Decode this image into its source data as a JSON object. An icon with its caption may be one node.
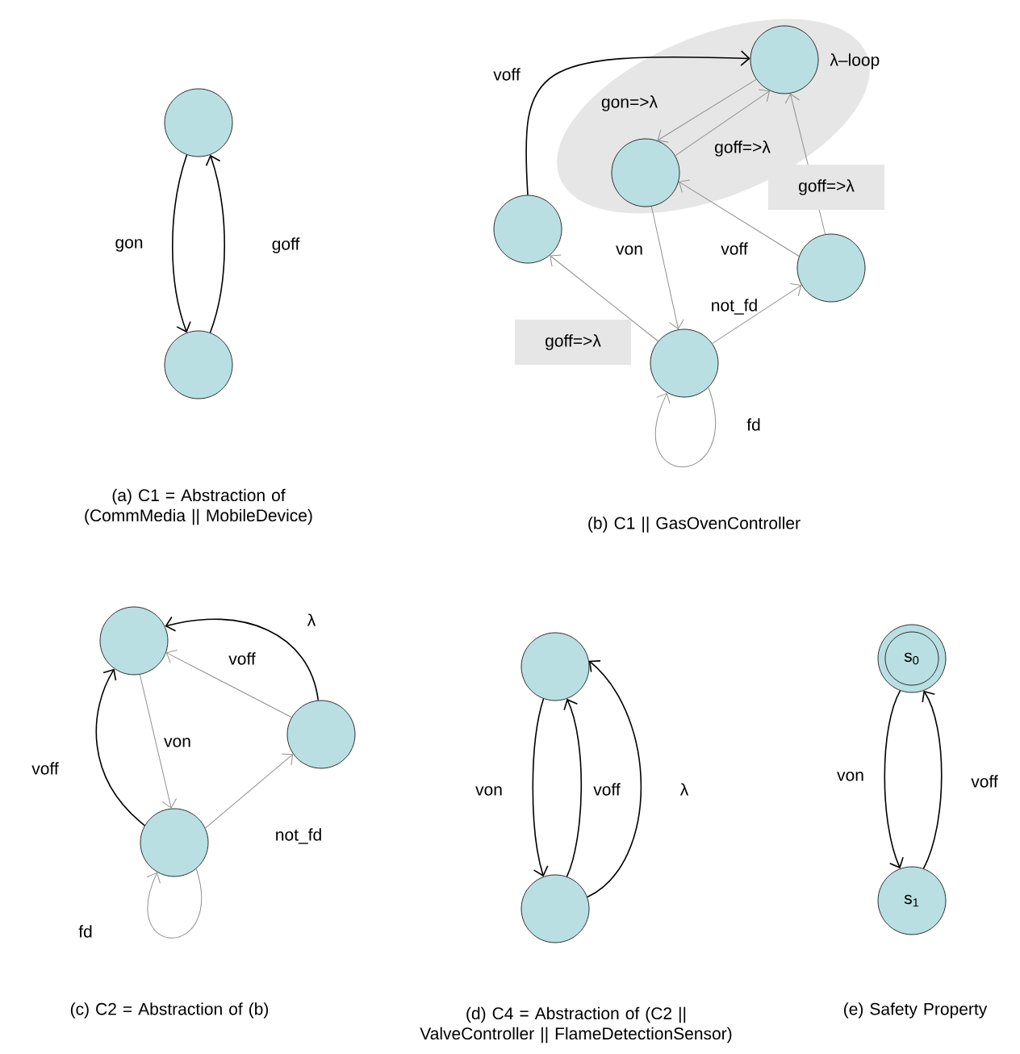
{
  "diagram": {
    "nodes": [
      {
        "text": [],
        "shape": "circle"
      },
      {
        "text": [],
        "shape": "circle"
      },
      {
        "text": [
          "λ–loop"
        ]
      },
      {
        "text": [],
        "shape": "circle",
        "in": 2
      },
      {
        "text": [],
        "shape": "circle",
        "in": 2
      },
      {
        "text": [],
        "shape": "circle"
      },
      {
        "text": [],
        "shape": "circle"
      },
      {
        "text": [],
        "shape": "circle"
      },
      {
        "text": [],
        "shape": "circle"
      },
      {
        "text": [],
        "shape": "circle"
      },
      {
        "text": [],
        "shape": "circle"
      },
      {
        "text": [],
        "shape": "circle"
      },
      {
        "text": [],
        "shape": "circle"
      },
      {
        "text": [
          "s$_{0}$"
        ]
      },
      {
        "text": [
          "s$_{1}$"
        ]
      }
    ],
    "edges": [
      {
        "from": 0,
        "to": 1,
        "arrow": "to",
        "label": "gon",
        "color": "#000000"
      },
      {
        "from": 1,
        "to": 0,
        "arrow": "to",
        "label": "goff",
        "color": "#000000"
      },
      {
        "from": 5,
        "to": 3,
        "arrow": "to",
        "label": "voff",
        "color": "#000000"
      },
      {
        "from": 3,
        "to": 4,
        "arrow": "to",
        "label": "gon=>λ"
      },
      {
        "from": 4,
        "to": 3,
        "arrow": "to",
        "label": "goff=>λ"
      },
      {
        "from": 6,
        "to": 3,
        "arrow": "to",
        "label": "goff=>λ"
      },
      {
        "from": 6,
        "to": 4,
        "arrow": "to",
        "label": "voff"
      },
      {
        "from": 4,
        "to": 7,
        "arrow": "to",
        "label": "von"
      },
      {
        "from": 7,
        "to": 6,
        "arrow": "to",
        "label": "not_fd"
      },
      {
        "from": 7,
        "to": 5,
        "arrow": "to",
        "label": "goff=>λ"
      },
      {
        "from": 7,
        "to": 7,
        "arrow": "to",
        "label": "fd"
      },
      {
        "from": 9,
        "to": 8,
        "arrow": "to",
        "label": "λ",
        "color": "#000000"
      },
      {
        "from": 9,
        "to": 8,
        "arrow": "to",
        "label": "voff"
      },
      {
        "from": 8,
        "to": 10,
        "arrow": "to",
        "label": "von"
      },
      {
        "from": 10,
        "to": 9,
        "arrow": "to",
        "label": "not_fd"
      },
      {
        "from": 10,
        "to": 8,
        "arrow": "to",
        "label": "voff",
        "color": "#000000"
      },
      {
        "from": 10,
        "to": 10,
        "arrow": "to",
        "label": "fd"
      },
      {
        "from": 11,
        "to": 12,
        "arrow": "to",
        "label": "von",
        "color": "#000000"
      },
      {
        "from": 12,
        "to": 11,
        "arrow": "to",
        "label": "voff",
        "color": "#000000"
      },
      {
        "from": 12,
        "to": 11,
        "arrow": "to",
        "label": "λ",
        "color": "#000000"
      },
      {
        "from": 13,
        "to": 14,
        "arrow": "to",
        "label": "von",
        "color": "#000000"
      },
      {
        "from": 14,
        "to": 13,
        "arrow": "to",
        "label": "voff",
        "color": "#000000"
      }
    ],
    "labels": [
      "(a) C1 = Abstraction of (CommMedia || MobileDevice)",
      "(b) C1 || GasOvenController",
      "(c) C2 = Abstraction of (b)",
      "(d) C4 = Abstraction of (C2 || ValveController || FlameDetectionSensor)",
      "(e) Safety Property"
    ]
  }
}
